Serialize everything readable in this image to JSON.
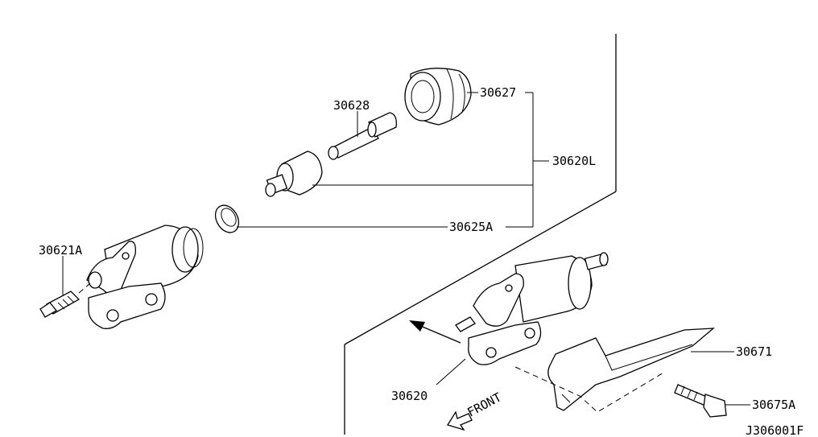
{
  "labels": {
    "p30627": "30627",
    "p30628": "30628",
    "p30620L": "30620L",
    "p30625A": "30625A",
    "p30621A": "30621A",
    "p30671": "30671",
    "p30620": "30620",
    "p30675A": "30675A",
    "front": "FRONT",
    "drawing_id": "J306001F"
  }
}
